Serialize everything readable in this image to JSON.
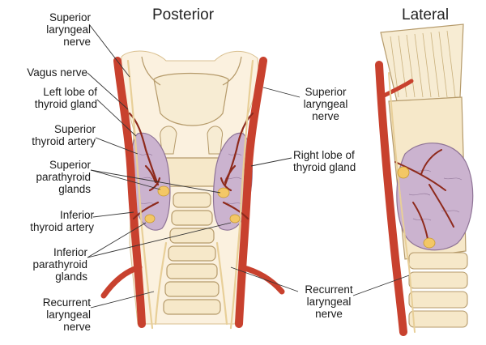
{
  "headings": {
    "posterior": "Posterior",
    "lateral": "Lateral"
  },
  "labels": {
    "superior_laryngeal_nerve_left": "Superior\nlaryngeal\nnerve",
    "vagus_nerve": "Vagus nerve",
    "left_lobe": "Left lobe of\nthyroid gland",
    "superior_thyroid_artery": "Superior\nthyroid artery",
    "superior_parathyroid": "Superior\nparathyroid\nglands",
    "inferior_thyroid_artery": "Inferior\nthyroid artery",
    "inferior_parathyroid": "Inferior\nparathyroid\nglands",
    "recurrent_laryngeal_left": "Recurrent\nlaryngeal\nnerve",
    "superior_laryngeal_nerve_right": "Superior\nlaryngeal\nnerve",
    "right_lobe": "Right lobe of\nthyroid gland",
    "recurrent_laryngeal_right": "Recurrent\nlaryngeal\nnerve"
  },
  "colors": {
    "artery": "#c8412e",
    "artery_dark": "#8e2a1c",
    "thyroid": "#cbb3cf",
    "thyroid_dark": "#8e7396",
    "cartilage": "#f6e8c9",
    "cartilage_shadow": "#e5cf9f",
    "parathyroid": "#f3c766",
    "nerve": "#f0d9a8"
  }
}
